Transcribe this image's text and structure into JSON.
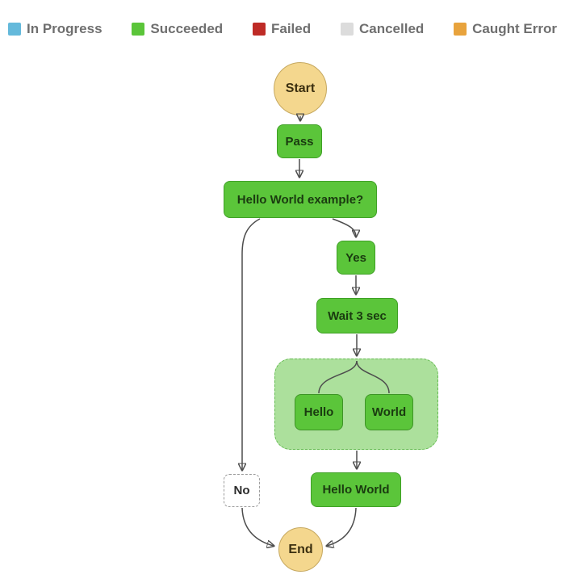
{
  "legend": {
    "items": [
      {
        "label": "In Progress",
        "color": "#64B9DB"
      },
      {
        "label": "Succeeded",
        "color": "#5BC53A"
      },
      {
        "label": "Failed",
        "color": "#BE2B26"
      },
      {
        "label": "Cancelled",
        "color": "#DCDCDC"
      },
      {
        "label": "Caught Error",
        "color": "#E8A33D"
      }
    ]
  },
  "diagram": {
    "nodes": {
      "start": {
        "label": "Start",
        "type": "start"
      },
      "pass": {
        "label": "Pass",
        "type": "pass"
      },
      "choice": {
        "label": "Hello World example?",
        "type": "choice"
      },
      "yes": {
        "label": "Yes",
        "type": "pass"
      },
      "wait": {
        "label": "Wait 3 sec",
        "type": "wait"
      },
      "parallel": {
        "label": "",
        "type": "parallel"
      },
      "hello": {
        "label": "Hello",
        "type": "task"
      },
      "world": {
        "label": "World",
        "type": "task"
      },
      "hello_world": {
        "label": "Hello World",
        "type": "task"
      },
      "no": {
        "label": "No",
        "type": "pass"
      },
      "end": {
        "label": "End",
        "type": "end"
      }
    },
    "edges": [
      {
        "from": "start",
        "to": "pass"
      },
      {
        "from": "pass",
        "to": "choice"
      },
      {
        "from": "choice",
        "to": "no"
      },
      {
        "from": "choice",
        "to": "yes"
      },
      {
        "from": "yes",
        "to": "wait"
      },
      {
        "from": "wait",
        "to": "parallel"
      },
      {
        "from": "parallel",
        "to": "hello"
      },
      {
        "from": "parallel",
        "to": "world"
      },
      {
        "from": "parallel",
        "to": "hello_world"
      },
      {
        "from": "no",
        "to": "end"
      },
      {
        "from": "hello_world",
        "to": "end"
      }
    ],
    "colors": {
      "succeeded_fill": "#5BC53A",
      "succeeded_border": "#3FA026",
      "terminal_fill": "#F4D78E",
      "terminal_border": "#C6A85F",
      "parallel_fill": "#ACE09C",
      "parallel_border": "#65BB52",
      "not_executed_fill": "#FFFFFF",
      "edge": "#4D4D4D"
    }
  }
}
